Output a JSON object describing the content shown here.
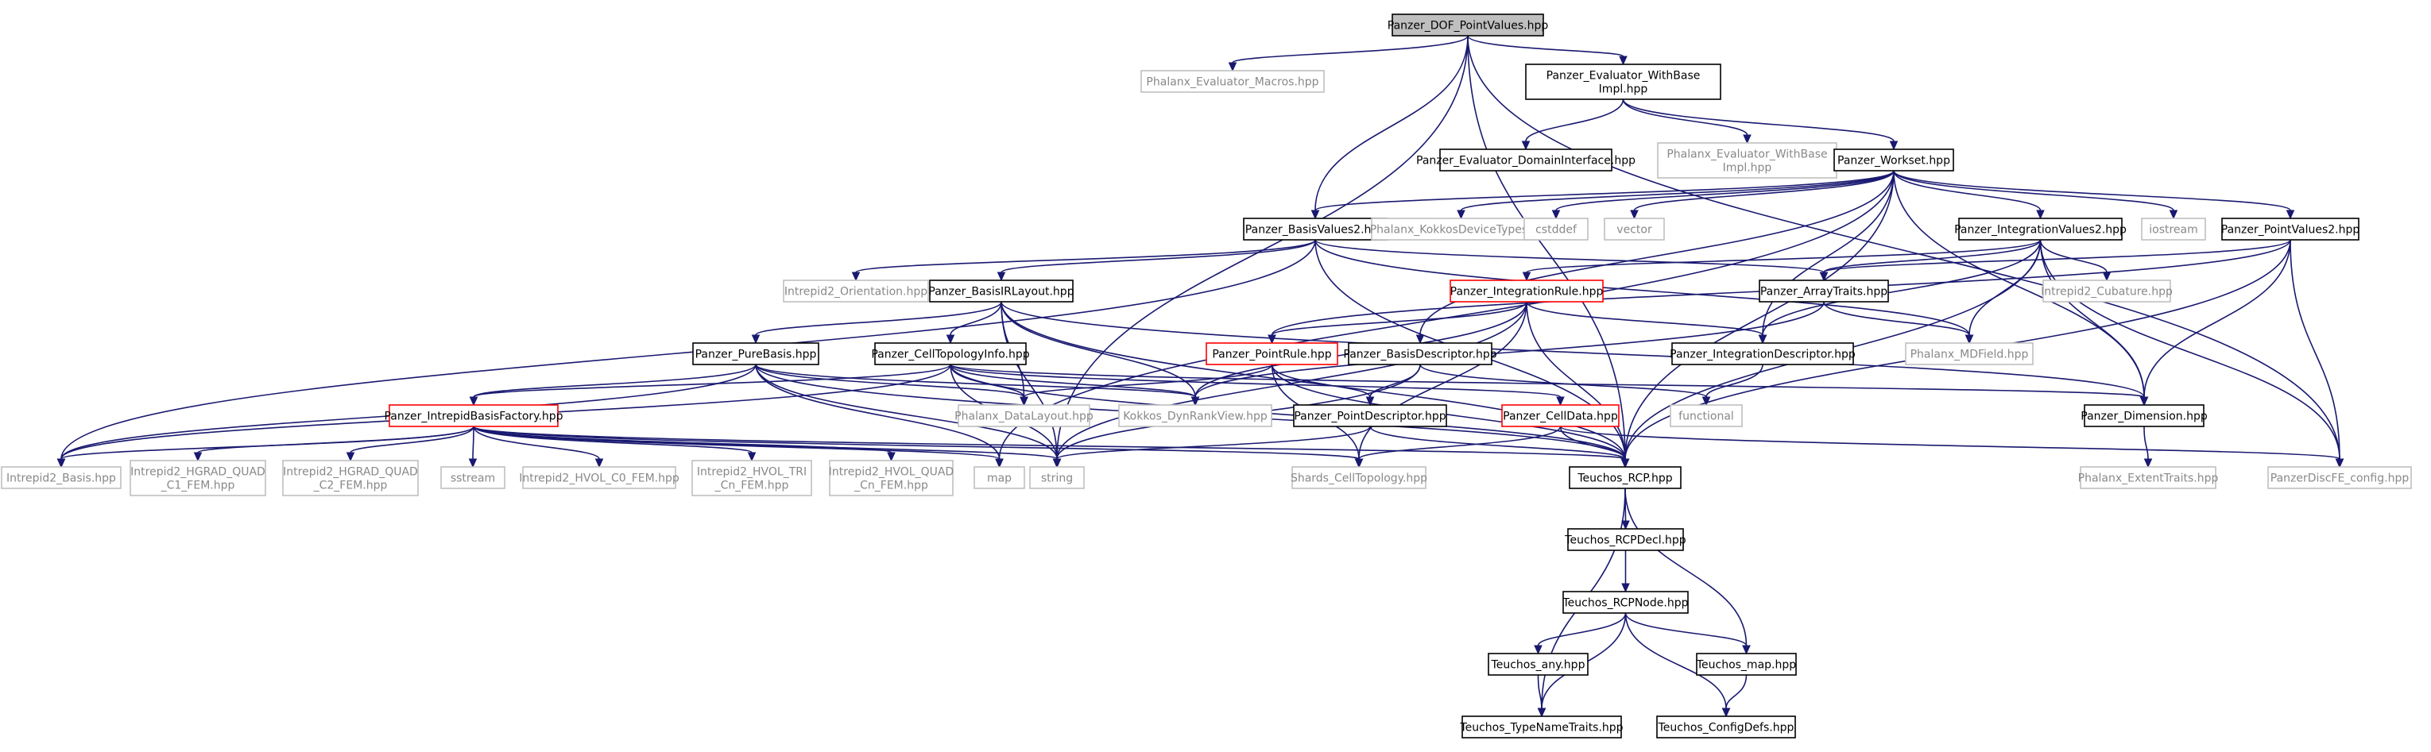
{
  "graph": {
    "nodes": [
      {
        "id": "n0",
        "label": "Panzer_DOF_PointValues.hpp",
        "kind": "root"
      },
      {
        "id": "n1",
        "label": "Phalanx_Evaluator_Macros.hpp",
        "kind": "external"
      },
      {
        "id": "n2",
        "label": "Panzer_Evaluator_WithBase\nImpl.hpp",
        "kind": "normal"
      },
      {
        "id": "n3",
        "label": "Panzer_Evaluator_DomainInterface.hpp",
        "kind": "normal"
      },
      {
        "id": "n4",
        "label": "Phalanx_Evaluator_WithBase\nImpl.hpp",
        "kind": "external"
      },
      {
        "id": "n5",
        "label": "Panzer_Workset.hpp",
        "kind": "normal"
      },
      {
        "id": "n6",
        "label": "Panzer_BasisValues2.hpp",
        "kind": "normal"
      },
      {
        "id": "n7",
        "label": "Phalanx_KokkosDeviceTypes.hpp",
        "kind": "external"
      },
      {
        "id": "n8",
        "label": "cstddef",
        "kind": "external"
      },
      {
        "id": "n9",
        "label": "vector",
        "kind": "external"
      },
      {
        "id": "n10",
        "label": "Panzer_IntegrationValues2.hpp",
        "kind": "normal"
      },
      {
        "id": "n11",
        "label": "iostream",
        "kind": "external"
      },
      {
        "id": "n12",
        "label": "Panzer_PointValues2.hpp",
        "kind": "normal"
      },
      {
        "id": "n13",
        "label": "Intrepid2_Orientation.hpp",
        "kind": "external"
      },
      {
        "id": "n14",
        "label": "Panzer_BasisIRLayout.hpp",
        "kind": "normal"
      },
      {
        "id": "n15",
        "label": "Panzer_IntegrationRule.hpp",
        "kind": "truncated"
      },
      {
        "id": "n16",
        "label": "Panzer_ArrayTraits.hpp",
        "kind": "normal"
      },
      {
        "id": "n17",
        "label": "Intrepid2_Cubature.hpp",
        "kind": "external"
      },
      {
        "id": "n18",
        "label": "Panzer_PureBasis.hpp",
        "kind": "normal"
      },
      {
        "id": "n19",
        "label": "Panzer_CellTopologyInfo.hpp",
        "kind": "normal"
      },
      {
        "id": "n20",
        "label": "Panzer_PointRule.hpp",
        "kind": "truncated"
      },
      {
        "id": "n21",
        "label": "Panzer_BasisDescriptor.hpp",
        "kind": "normal"
      },
      {
        "id": "n22",
        "label": "Panzer_IntegrationDescriptor.hpp",
        "kind": "normal"
      },
      {
        "id": "n23",
        "label": "Phalanx_MDField.hpp",
        "kind": "external"
      },
      {
        "id": "n24",
        "label": "Panzer_IntrepidBasisFactory.hpp",
        "kind": "truncated"
      },
      {
        "id": "n25",
        "label": "Phalanx_DataLayout.hpp",
        "kind": "external"
      },
      {
        "id": "n26",
        "label": "Kokkos_DynRankView.hpp",
        "kind": "external"
      },
      {
        "id": "n27",
        "label": "Panzer_PointDescriptor.hpp",
        "kind": "normal"
      },
      {
        "id": "n28",
        "label": "Panzer_CellData.hpp",
        "kind": "truncated"
      },
      {
        "id": "n29",
        "label": "functional",
        "kind": "external"
      },
      {
        "id": "n30",
        "label": "Panzer_Dimension.hpp",
        "kind": "normal"
      },
      {
        "id": "n31",
        "label": "Intrepid2_Basis.hpp",
        "kind": "external"
      },
      {
        "id": "n32",
        "label": "Intrepid2_HGRAD_QUAD\n_C1_FEM.hpp",
        "kind": "external"
      },
      {
        "id": "n33",
        "label": "Intrepid2_HGRAD_QUAD\n_C2_FEM.hpp",
        "kind": "external"
      },
      {
        "id": "n34",
        "label": "sstream",
        "kind": "external"
      },
      {
        "id": "n35",
        "label": "Intrepid2_HVOL_C0_FEM.hpp",
        "kind": "external"
      },
      {
        "id": "n36",
        "label": "Intrepid2_HVOL_TRI\n_Cn_FEM.hpp",
        "kind": "external"
      },
      {
        "id": "n37",
        "label": "Intrepid2_HVOL_QUAD\n_Cn_FEM.hpp",
        "kind": "external"
      },
      {
        "id": "n38",
        "label": "map",
        "kind": "external"
      },
      {
        "id": "n39",
        "label": "string",
        "kind": "external"
      },
      {
        "id": "n40",
        "label": "Shards_CellTopology.hpp",
        "kind": "external"
      },
      {
        "id": "n41",
        "label": "Teuchos_RCP.hpp",
        "kind": "normal"
      },
      {
        "id": "n42",
        "label": "Phalanx_ExtentTraits.hpp",
        "kind": "external"
      },
      {
        "id": "n43",
        "label": "PanzerDiscFE_config.hpp",
        "kind": "external"
      },
      {
        "id": "n44",
        "label": "Teuchos_RCPDecl.hpp",
        "kind": "normal"
      },
      {
        "id": "n45",
        "label": "Teuchos_RCPNode.hpp",
        "kind": "normal"
      },
      {
        "id": "n46",
        "label": "Teuchos_any.hpp",
        "kind": "normal"
      },
      {
        "id": "n47",
        "label": "Teuchos_map.hpp",
        "kind": "normal"
      },
      {
        "id": "n48",
        "label": "Teuchos_TypeNameTraits.hpp",
        "kind": "normal"
      },
      {
        "id": "n49",
        "label": "Teuchos_ConfigDefs.hpp",
        "kind": "normal"
      }
    ],
    "edges": [
      [
        "n0",
        "n1"
      ],
      [
        "n0",
        "n2"
      ],
      [
        "n0",
        "n6"
      ],
      [
        "n0",
        "n39"
      ],
      [
        "n0",
        "n41"
      ],
      [
        "n0",
        "n43"
      ],
      [
        "n2",
        "n3"
      ],
      [
        "n2",
        "n4"
      ],
      [
        "n2",
        "n5"
      ],
      [
        "n5",
        "n6"
      ],
      [
        "n5",
        "n7"
      ],
      [
        "n5",
        "n8"
      ],
      [
        "n5",
        "n9"
      ],
      [
        "n5",
        "n10"
      ],
      [
        "n5",
        "n11"
      ],
      [
        "n5",
        "n12"
      ],
      [
        "n5",
        "n21"
      ],
      [
        "n5",
        "n22"
      ],
      [
        "n5",
        "n30"
      ],
      [
        "n5",
        "n38"
      ],
      [
        "n5",
        "n41"
      ],
      [
        "n6",
        "n13"
      ],
      [
        "n6",
        "n14"
      ],
      [
        "n6",
        "n16"
      ],
      [
        "n6",
        "n23"
      ],
      [
        "n6",
        "n31"
      ],
      [
        "n6",
        "n41"
      ],
      [
        "n10",
        "n15"
      ],
      [
        "n10",
        "n16"
      ],
      [
        "n10",
        "n17"
      ],
      [
        "n10",
        "n22"
      ],
      [
        "n10",
        "n23"
      ],
      [
        "n10",
        "n30"
      ],
      [
        "n10",
        "n41"
      ],
      [
        "n10",
        "n43"
      ],
      [
        "n12",
        "n16"
      ],
      [
        "n12",
        "n20"
      ],
      [
        "n12",
        "n30"
      ],
      [
        "n12",
        "n41"
      ],
      [
        "n12",
        "n43"
      ],
      [
        "n14",
        "n18"
      ],
      [
        "n14",
        "n19"
      ],
      [
        "n14",
        "n25"
      ],
      [
        "n14",
        "n26"
      ],
      [
        "n14",
        "n30"
      ],
      [
        "n14",
        "n39"
      ],
      [
        "n14",
        "n41"
      ],
      [
        "n15",
        "n20"
      ],
      [
        "n15",
        "n22"
      ],
      [
        "n15",
        "n26"
      ],
      [
        "n15",
        "n39"
      ],
      [
        "n15",
        "n40"
      ],
      [
        "n15",
        "n41"
      ],
      [
        "n16",
        "n23"
      ],
      [
        "n16",
        "n26"
      ],
      [
        "n18",
        "n24"
      ],
      [
        "n18",
        "n25"
      ],
      [
        "n18",
        "n26"
      ],
      [
        "n18",
        "n31"
      ],
      [
        "n18",
        "n38"
      ],
      [
        "n18",
        "n39"
      ],
      [
        "n18",
        "n41"
      ],
      [
        "n19",
        "n24"
      ],
      [
        "n19",
        "n25"
      ],
      [
        "n19",
        "n26"
      ],
      [
        "n19",
        "n28"
      ],
      [
        "n19",
        "n30"
      ],
      [
        "n19",
        "n31"
      ],
      [
        "n19",
        "n39"
      ],
      [
        "n19",
        "n41"
      ],
      [
        "n20",
        "n25"
      ],
      [
        "n20",
        "n27"
      ],
      [
        "n20",
        "n40"
      ],
      [
        "n20",
        "n41"
      ],
      [
        "n21",
        "n27"
      ],
      [
        "n21",
        "n29"
      ],
      [
        "n21",
        "n39"
      ],
      [
        "n22",
        "n29"
      ],
      [
        "n24",
        "n31"
      ],
      [
        "n24",
        "n32"
      ],
      [
        "n24",
        "n33"
      ],
      [
        "n24",
        "n34"
      ],
      [
        "n24",
        "n35"
      ],
      [
        "n24",
        "n36"
      ],
      [
        "n24",
        "n37"
      ],
      [
        "n24",
        "n38"
      ],
      [
        "n24",
        "n39"
      ],
      [
        "n24",
        "n40"
      ],
      [
        "n24",
        "n41"
      ],
      [
        "n27",
        "n39"
      ],
      [
        "n27",
        "n41"
      ],
      [
        "n28",
        "n40"
      ],
      [
        "n28",
        "n41"
      ],
      [
        "n28",
        "n43"
      ],
      [
        "n30",
        "n42"
      ],
      [
        "n41",
        "n44"
      ],
      [
        "n41",
        "n47"
      ],
      [
        "n41",
        "n48"
      ],
      [
        "n44",
        "n45"
      ],
      [
        "n45",
        "n46"
      ],
      [
        "n45",
        "n47"
      ],
      [
        "n45",
        "n48"
      ],
      [
        "n45",
        "n49"
      ],
      [
        "n46",
        "n48"
      ],
      [
        "n47",
        "n49"
      ]
    ]
  }
}
